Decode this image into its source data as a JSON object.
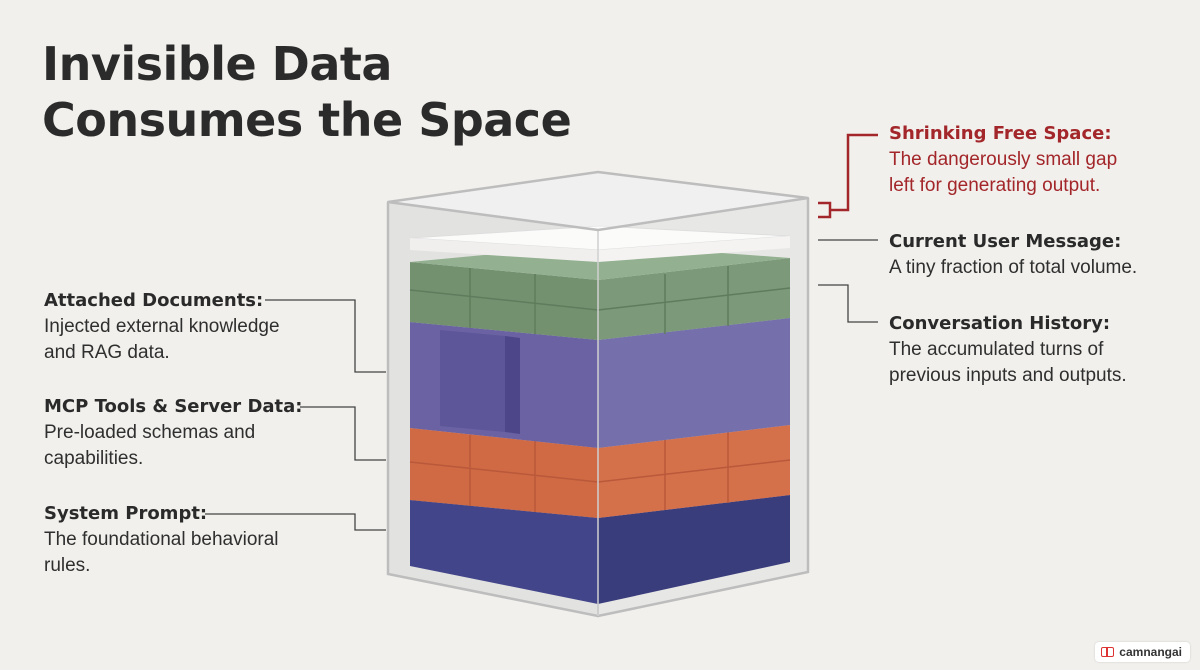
{
  "title": {
    "line1": "Invisible Data",
    "line2": "Consumes the Space"
  },
  "labels": {
    "attached_documents": {
      "heading": "Attached Documents:",
      "line1": "Injected external knowledge",
      "line2": "and RAG data."
    },
    "mcp_tools": {
      "heading": "MCP Tools & Server Data:",
      "line1": "Pre-loaded schemas and",
      "line2": "capabilities."
    },
    "system_prompt": {
      "heading": "System Prompt:",
      "line1": "The foundational behavioral",
      "line2": "rules."
    },
    "free_space": {
      "heading": "Shrinking Free Space:",
      "line1": "The dangerously small gap",
      "line2": "left for generating output."
    },
    "user_message": {
      "heading": "Current User Message:",
      "line1": "A tiny fraction of total volume."
    },
    "conversation_history": {
      "heading": "Conversation History:",
      "line1": "The accumulated turns of",
      "line2": "previous inputs and outputs."
    }
  },
  "colors": {
    "background": "#f1f0ec",
    "attached_documents": "#7c9a7a",
    "conversation_history": "#6e66a8",
    "mcp_tools": "#d4714b",
    "system_prompt": "#424589",
    "user_message": "#f4f3f2",
    "free_space_accent": "#a3262a",
    "leader_lines": "#444444"
  },
  "watermark": {
    "icon": "box-icon",
    "text": "camnangai"
  }
}
